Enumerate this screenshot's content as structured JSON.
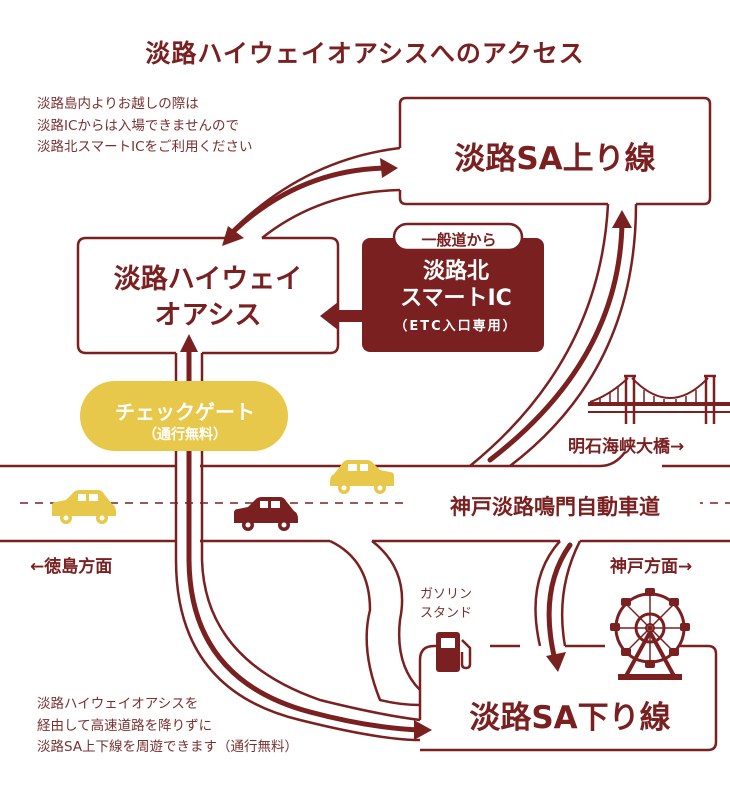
{
  "title": "淡路ハイウェイオアシスへのアクセス",
  "notes": {
    "top": "淡路島内よりお越しの際は\n淡路ICからは入場できませんので\n淡路北スマートICをご利用ください",
    "bottom": "淡路ハイウェイオアシスを\n経由して高速道路を降りずに\n淡路SA上下線を周遊できます（通行無料）"
  },
  "places": {
    "sa_up": "淡路SA上り線",
    "sa_down": "淡路SA下り線",
    "oasis_line1": "淡路ハイウェイ",
    "oasis_line2": "オアシス"
  },
  "smart_ic": {
    "tag": "一般道から",
    "name_line1": "淡路北",
    "name_line2": "スマートIC",
    "sub": "（ETC入口専用）"
  },
  "check_gate": {
    "name": "チェックゲート",
    "sub": "（通行無料）"
  },
  "highway": {
    "name": "神戸淡路鳴門自動車道"
  },
  "directions": {
    "akashi_bridge": "明石海峡大橋→",
    "tokushima": "←徳島方面",
    "kobe": "神戸方面→"
  },
  "gas_station": "ガソリン\nスタンド",
  "icons": [
    "bridge-icon",
    "ferris-wheel-icon",
    "gas-pump-icon",
    "car-icon"
  ],
  "colors": {
    "primary": "#7a2020",
    "accent_yellow": "#e8c84a",
    "background": "#ffffff"
  }
}
